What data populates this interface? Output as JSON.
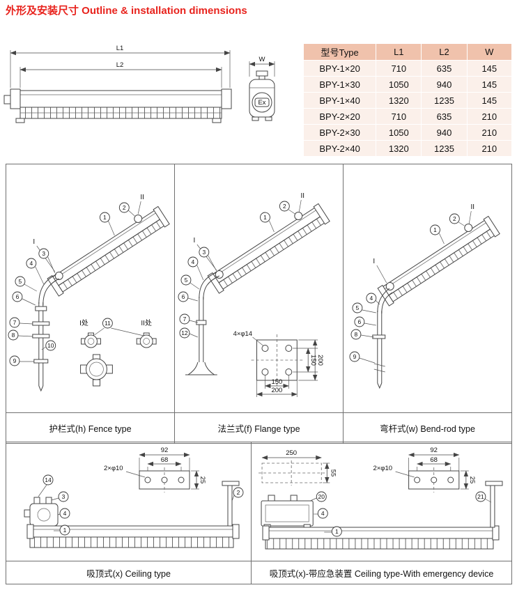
{
  "page": {
    "title": "外形及安装尺寸 Outline & installation dimensions"
  },
  "table": {
    "headers": [
      "型号Type",
      "L1",
      "L2",
      "W"
    ],
    "rows": [
      [
        "BPY-1×20",
        "710",
        "635",
        "145"
      ],
      [
        "BPY-1×30",
        "1050",
        "940",
        "145"
      ],
      [
        "BPY-1×40",
        "1320",
        "1235",
        "145"
      ],
      [
        "BPY-2×20",
        "710",
        "635",
        "210"
      ],
      [
        "BPY-2×30",
        "1050",
        "940",
        "210"
      ],
      [
        "BPY-2×40",
        "1320",
        "1235",
        "210"
      ]
    ]
  },
  "outline": {
    "dim_l1": "L1",
    "dim_l2": "L2",
    "dim_w": "W",
    "ex": "Ex"
  },
  "fence": {
    "caption": "护栏式(h) Fence type",
    "marker_i": "I",
    "marker_ii": "II",
    "detail_i": "I处",
    "detail_ii": "II处",
    "callouts": [
      "1",
      "2",
      "3",
      "4",
      "5",
      "6",
      "7",
      "8",
      "9",
      "10",
      "11"
    ]
  },
  "flange": {
    "caption": "法兰式(f) Flange type",
    "marker_i": "I",
    "marker_ii": "II",
    "callouts": [
      "1",
      "2",
      "3",
      "4",
      "5",
      "6",
      "7",
      "12"
    ],
    "dims": {
      "holes": "4×φ14",
      "pitch_h": "150",
      "outer_h": "200",
      "pitch_v": "150",
      "outer_v": "200"
    }
  },
  "bend": {
    "caption": "弯杆式(w) Bend-rod type",
    "marker_i": "I",
    "marker_ii": "II",
    "callouts": [
      "1",
      "2",
      "4",
      "5",
      "6",
      "8",
      "9"
    ]
  },
  "ceiling": {
    "caption": "吸顶式(x) Ceiling type",
    "callouts": [
      "14",
      "3",
      "4",
      "1",
      "2"
    ],
    "dims": {
      "outer": "92",
      "pitch": "68",
      "holes": "2×φ10",
      "height": "25"
    }
  },
  "emergency": {
    "caption": "吸顶式(x)-带应急装置 Ceiling type-With emergency device",
    "callouts": [
      "20",
      "4",
      "1",
      "21"
    ],
    "dims": {
      "length": "250",
      "side": "55",
      "outer": "92",
      "pitch": "68",
      "holes": "2×φ10",
      "height": "25"
    }
  }
}
